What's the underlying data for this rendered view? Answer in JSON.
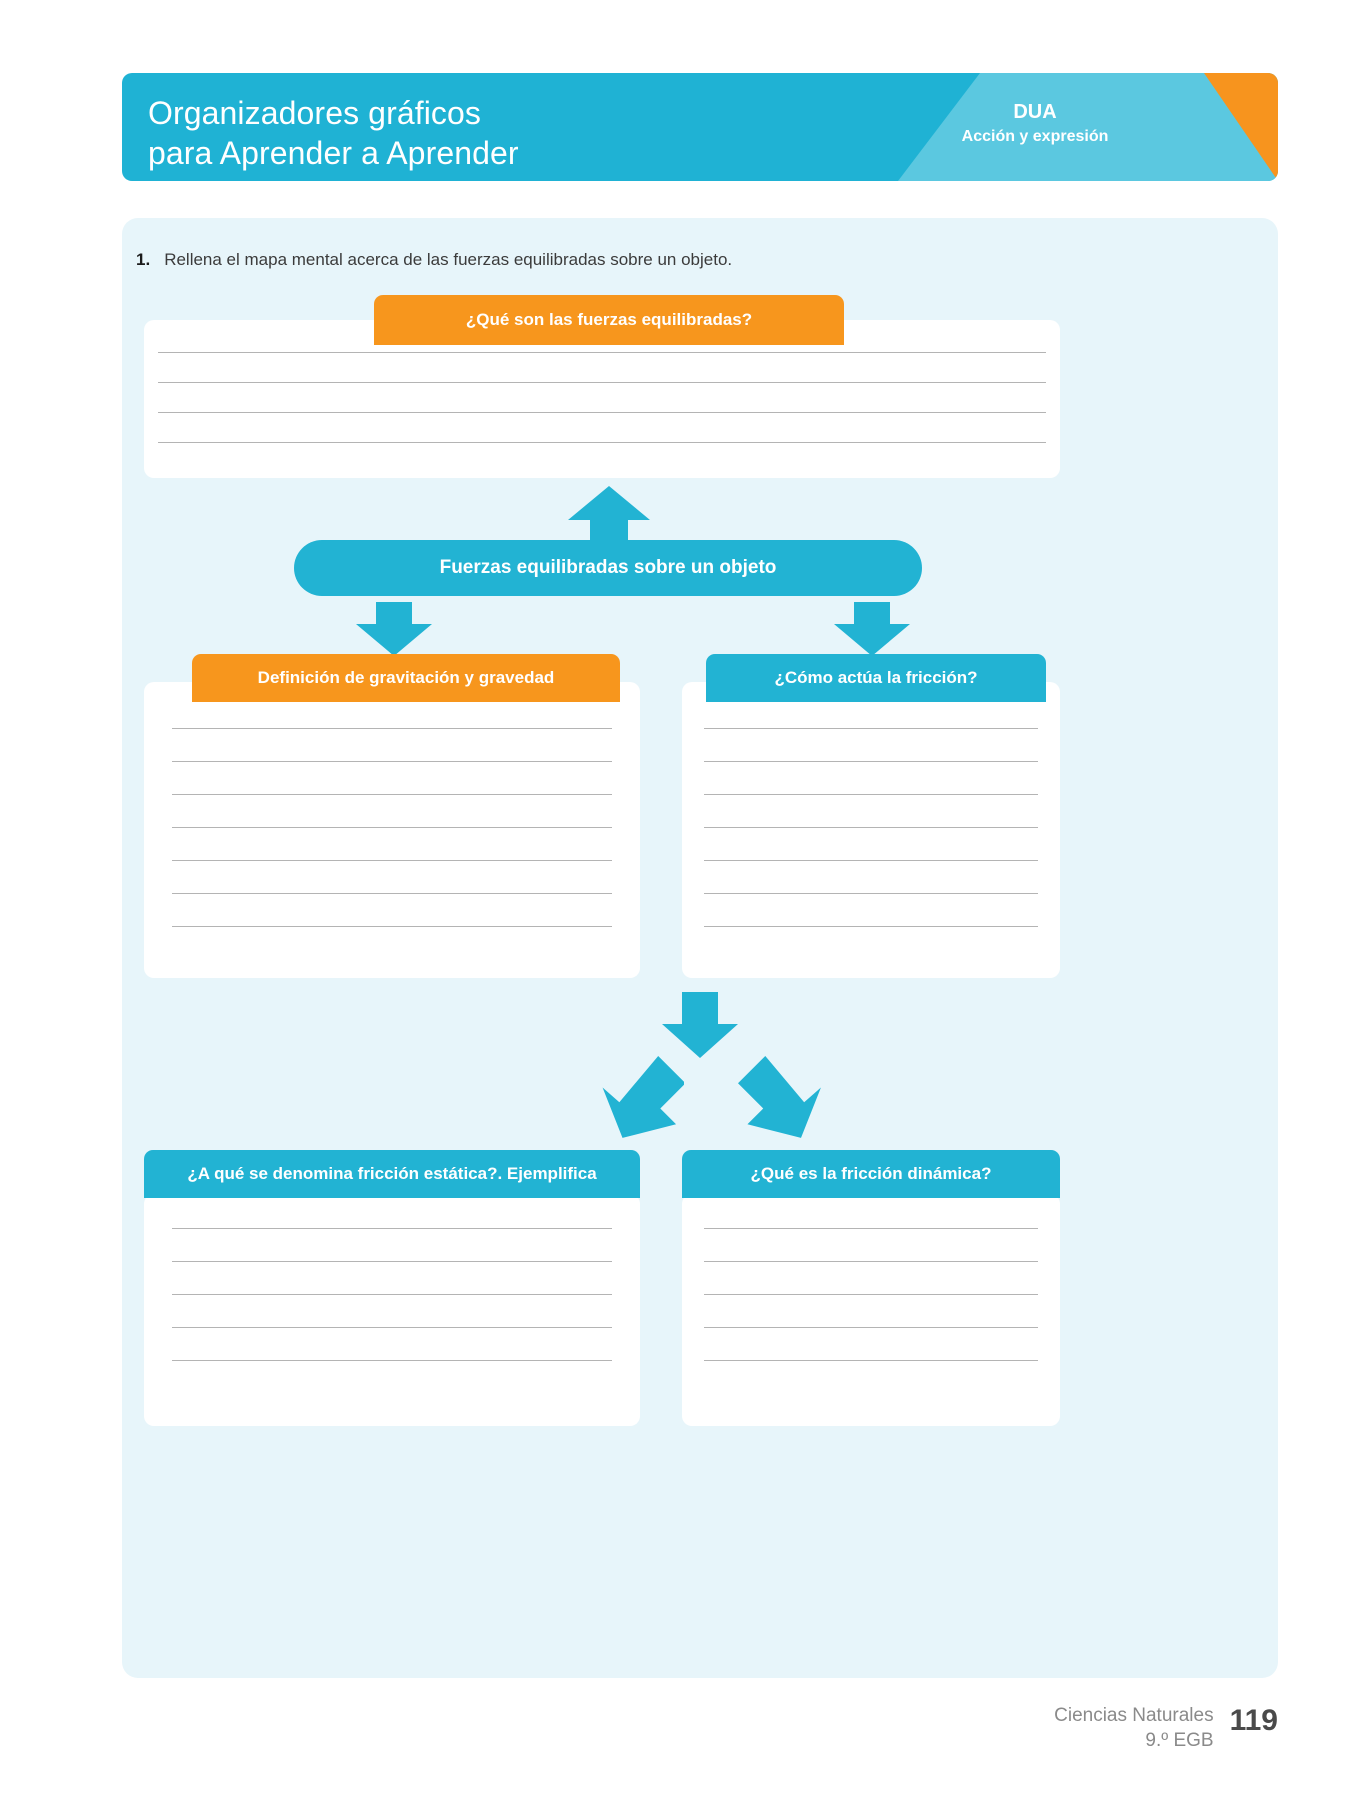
{
  "header": {
    "title": "Organizadores gráficos\npara Aprender a Aprender",
    "dua_title": "DUA",
    "dua_subtitle": "Acción y expresión",
    "bar_color": "#1fb2d4",
    "diag_color": "#5bc8e0",
    "corner_color": "#f7941e"
  },
  "instruction": {
    "number": "1.",
    "text": "Rellena el mapa mental acerca de las fuerzas equilibradas sobre un objeto."
  },
  "mindmap": {
    "top_box": {
      "label": "¿Qué son las fuerzas equilibradas?",
      "color": "#f7961d",
      "line_count": 4
    },
    "center_pill": {
      "label": "Fuerzas equilibradas sobre un objeto",
      "color": "#22b3d3"
    },
    "middle_boxes": [
      {
        "label": "Definición de gravitación y gravedad",
        "color": "#f7961d",
        "line_count": 7
      },
      {
        "label": "¿Cómo actúa la fricción?",
        "color": "#22b3d3",
        "line_count": 7
      }
    ],
    "bottom_boxes": [
      {
        "label": "¿A qué se denomina fricción estática?. Ejemplifica",
        "color": "#22b3d3",
        "line_count": 5
      },
      {
        "label": "¿Qué es la fricción dinámica?",
        "color": "#22b3d3",
        "line_count": 5
      }
    ],
    "arrow_color": "#22b3d3"
  },
  "footer": {
    "subject": "Ciencias Naturales\n9.º EGB",
    "page": "119"
  },
  "panel": {
    "background": "#e7f5fa"
  }
}
